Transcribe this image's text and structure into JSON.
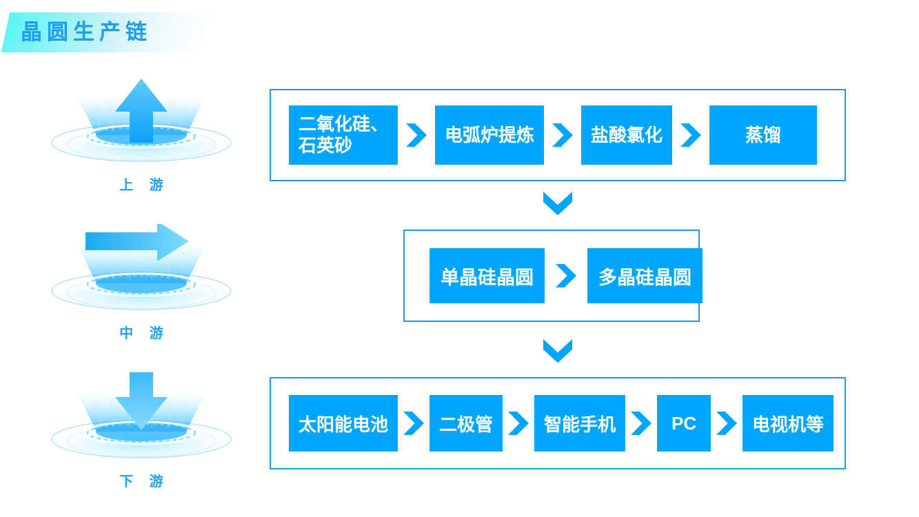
{
  "title": {
    "text": "晶圆生产链"
  },
  "colors": {
    "node_blue": "#00a6fb",
    "border_blue": "#1b9ae8",
    "label_blue": "#22a0f2",
    "title_blue": "#1f9cf0",
    "banner_cyan": "#5df4f6",
    "arrow_blue": "#00a6fb",
    "background": "#ffffff"
  },
  "stages": [
    {
      "label": "上 游",
      "icon": "arrow-up-icon",
      "direction": "up"
    },
    {
      "label": "中 游",
      "icon": "arrow-right-icon",
      "direction": "right"
    },
    {
      "label": "下 游",
      "icon": "arrow-down-icon",
      "direction": "down"
    }
  ],
  "flows": [
    {
      "id": "upstream-flow",
      "nodes": [
        {
          "lines": [
            "二氧化硅、",
            "石英砂"
          ],
          "align": "left"
        },
        {
          "lines": [
            "电弧炉提炼"
          ],
          "align": "center"
        },
        {
          "lines": [
            "盐酸氯化"
          ],
          "align": "center"
        },
        {
          "lines": [
            "蒸馏"
          ],
          "align": "center"
        }
      ]
    },
    {
      "id": "midstream-flow",
      "nodes": [
        {
          "lines": [
            "单晶硅晶圆"
          ],
          "align": "center"
        },
        {
          "lines": [
            "多晶硅晶圆"
          ],
          "align": "center"
        }
      ]
    },
    {
      "id": "downstream-flow",
      "nodes": [
        {
          "lines": [
            "太阳能电池"
          ],
          "align": "center"
        },
        {
          "lines": [
            "二极管"
          ],
          "align": "center"
        },
        {
          "lines": [
            "智能手机"
          ],
          "align": "center"
        },
        {
          "lines": [
            "PC"
          ],
          "align": "center"
        },
        {
          "lines": [
            "电视机等"
          ],
          "align": "center"
        }
      ]
    }
  ],
  "connectors": [
    {
      "icon": "chevron-down-icon"
    },
    {
      "icon": "chevron-down-icon"
    }
  ]
}
